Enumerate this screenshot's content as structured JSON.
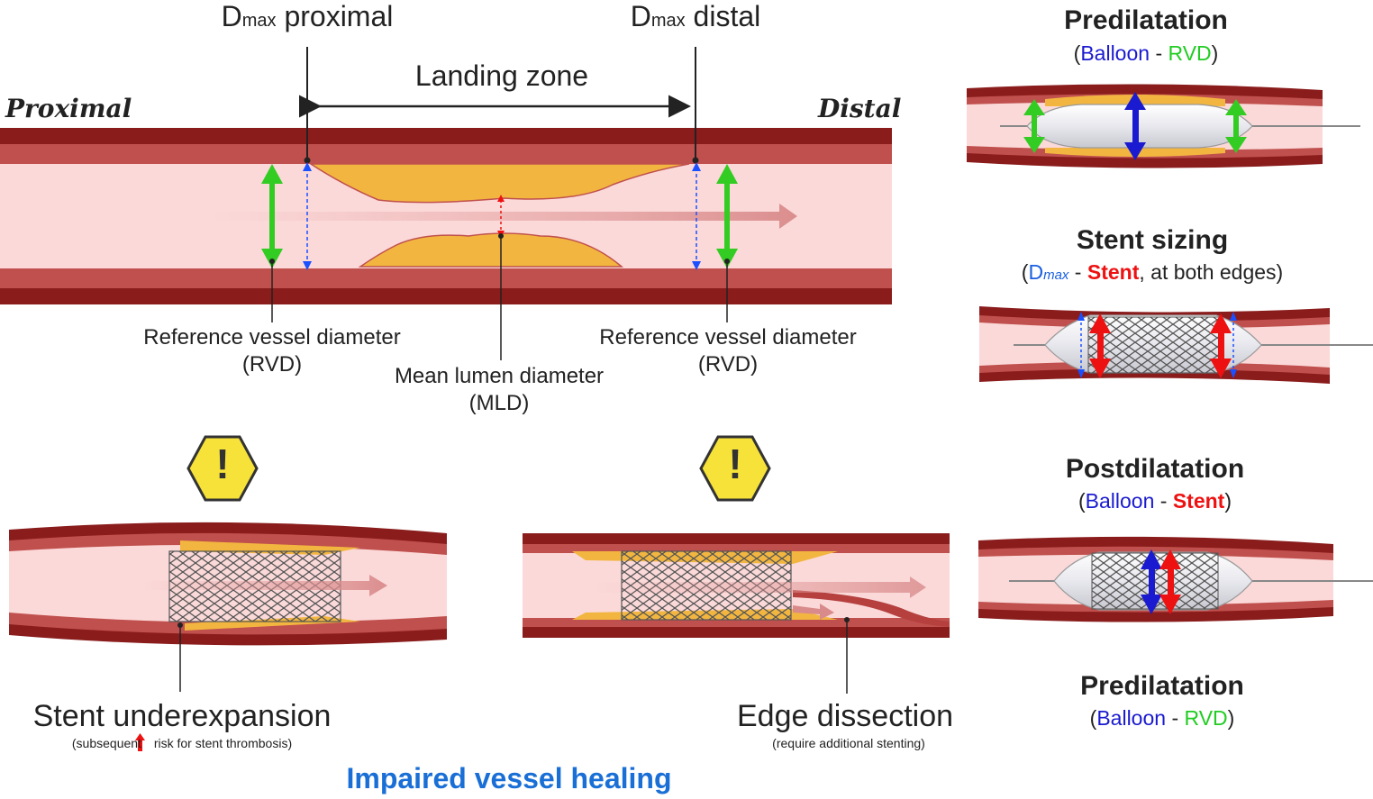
{
  "top": {
    "dmax_prox_main": "D",
    "dmax_prox_sub": "max",
    "dmax_prox_rest": " proximal",
    "dmax_dist_main": "D",
    "dmax_dist_sub": "max",
    "dmax_dist_rest": " distal",
    "landing_zone": "Landing zone",
    "proximal": "Proximal",
    "distal": "Distal",
    "rvd_left_line1": "Reference vessel diameter",
    "rvd_left_line2": "(RVD)",
    "rvd_right_line1": "Reference vessel diameter",
    "rvd_right_line2": "(RVD)",
    "mld_line1": "Mean lumen diameter",
    "mld_line2": "(MLD)"
  },
  "bottom": {
    "underexp_title": "Stent underexpansion",
    "underexp_note_a": "(subsequent",
    "underexp_note_b": " risk for stent thrombosis)",
    "dissection_title": "Edge dissection",
    "dissection_note": "(require additional stenting)",
    "impaired": "Impaired vessel healing",
    "warning_symbol": "!"
  },
  "right": {
    "pre1_title": "Predilatation",
    "pre1_open": "(",
    "pre1_a": "Balloon",
    "pre1_dash": " - ",
    "pre1_b": "RVD",
    "pre1_close": ")",
    "sizing_title": "Stent sizing",
    "sizing_open": "(",
    "sizing_d": "D",
    "sizing_dsub": "max",
    "sizing_dash": " - ",
    "sizing_stent": "Stent",
    "sizing_rest": ", at both edges)",
    "post_title": "Postdilatation",
    "post_open": "(",
    "post_a": "Balloon",
    "post_dash": " - ",
    "post_b": "Stent",
    "post_close": ")",
    "pre2_title": "Predilatation",
    "pre2_open": "(",
    "pre2_a": "Balloon",
    "pre2_dash": " - ",
    "pre2_b": "RVD",
    "pre2_close": ")"
  },
  "colors": {
    "vessel_wall": "#8a1c1c",
    "vessel_inner": "#c0504d",
    "lumen": "#fbd9d9",
    "plaque": "#f2b640",
    "rvd_arrow": "#33cc22",
    "dmax_line": "#1a50ff",
    "stent_red": "#ee1111",
    "balloon_blue": "#1a1ad0",
    "warning": "#f7e23a"
  }
}
